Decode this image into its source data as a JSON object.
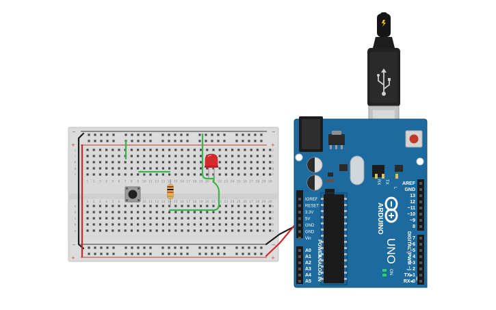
{
  "breadboard": {
    "column_numbers": [
      "1",
      "2",
      "3",
      "4",
      "5",
      "6",
      "7",
      "8",
      "9",
      "10",
      "11",
      "12",
      "13",
      "14",
      "15",
      "16",
      "17",
      "18",
      "19",
      "20",
      "21",
      "22",
      "23",
      "24",
      "25",
      "26",
      "27",
      "28",
      "29",
      "30"
    ],
    "row_letters_top": [
      "j",
      "i",
      "h",
      "g",
      "f"
    ],
    "row_letters_bottom": [
      "e",
      "d",
      "c",
      "b",
      "a"
    ],
    "plus_sign": "+",
    "minus_sign": "−"
  },
  "arduino": {
    "brand": "ARDUINO",
    "model": "UNO",
    "power_header_title": "POWER",
    "analog_header_title": "ANALOG IN",
    "digital_header_title": "DIGITAL (PWM ~)",
    "power_pins": [
      "IOREF",
      "RESET",
      "3.3V",
      "5V",
      "GND",
      "GND",
      "Vin"
    ],
    "analog_pins": [
      "A0",
      "A1",
      "A2",
      "A3",
      "A4",
      "A5"
    ],
    "digital_top_pins": [
      "AREF",
      "GND",
      "13",
      "12",
      "~11",
      "~10",
      "~9",
      "8"
    ],
    "digital_bottom_pins": [
      "7",
      "~6",
      "~5",
      "4",
      "~3",
      "2",
      "TX▸1",
      "RX◂0"
    ],
    "led_labels": [
      "L",
      "TX",
      "RX"
    ],
    "on_label": "ON"
  },
  "colors": {
    "board_blue": "#1d6a9e",
    "wire_green": "#3bb54a",
    "wire_red": "#d32626",
    "wire_black": "#1a1a1a",
    "led_red": "#d7292b",
    "breadboard": "#d6d6d6"
  }
}
